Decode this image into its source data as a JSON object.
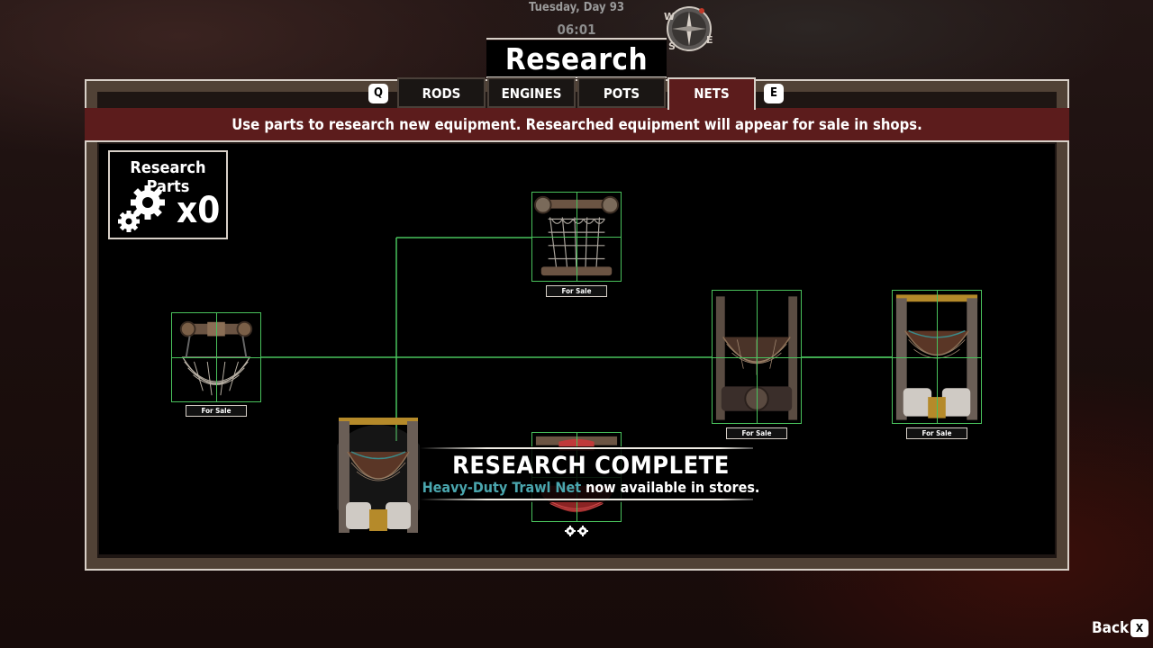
{
  "clock": {
    "day": "Tuesday, Day 93",
    "time": "06:01"
  },
  "compass": {
    "w": "W",
    "s": "S",
    "e": "E"
  },
  "screen_title": "Research",
  "tabs": {
    "prev_key": "Q",
    "next_key": "E",
    "items": [
      {
        "label": "RODS",
        "active": false
      },
      {
        "label": "ENGINES",
        "active": false
      },
      {
        "label": "POTS",
        "active": false
      },
      {
        "label": "NETS",
        "active": true
      }
    ]
  },
  "banner": "Use parts to research new equipment. Researched equipment will appear for sale in shops.",
  "research_parts": {
    "title": "Research Parts",
    "count": "x0"
  },
  "nodes": {
    "n1": {
      "status": "For Sale",
      "icon": "trawl-net-icon"
    },
    "n2": {
      "status": "For Sale",
      "icon": "crab-net-icon"
    },
    "n3": {
      "status": "For Sale",
      "icon": "heavy-net-icon"
    },
    "n4": {
      "status": "For Sale",
      "icon": "winch-net-icon"
    },
    "n5": {
      "icon": "red-net-icon",
      "cost_icon": "gear-cost-icon"
    }
  },
  "toast": {
    "heading": "RESEARCH COMPLETE",
    "item": "Heavy-Duty Trawl Net",
    "suffix": " now available in stores."
  },
  "back": {
    "label": "Back",
    "key": "X"
  },
  "colors": {
    "accent_red": "#5c1c1c",
    "tree_line": "#49c25c",
    "highlight": "#4aa6ae",
    "frame": "#d8d0c8"
  }
}
